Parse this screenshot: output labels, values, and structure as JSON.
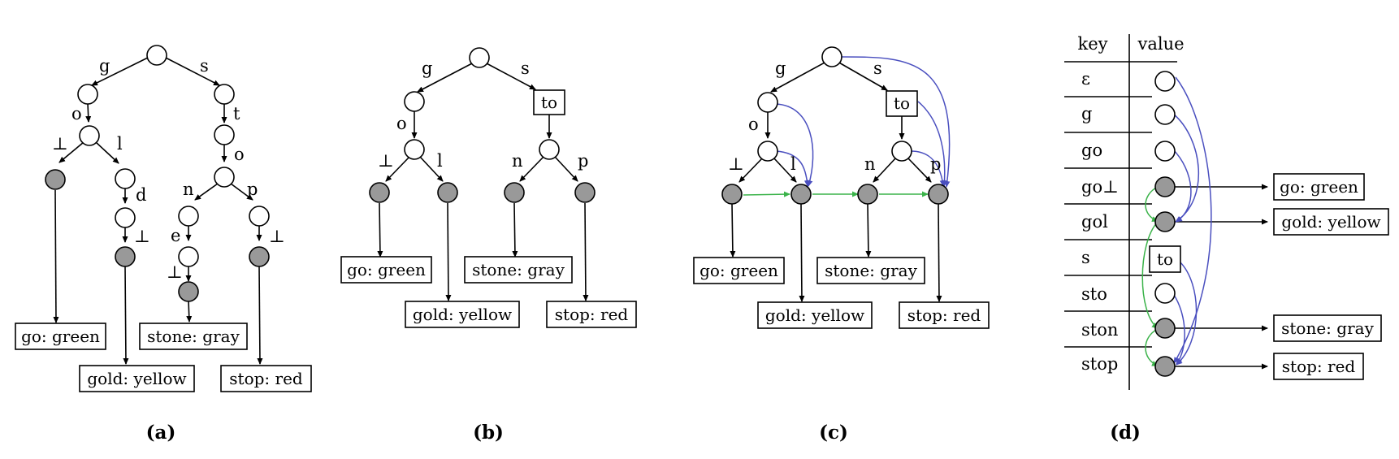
{
  "edge_labels": {
    "g": "g",
    "s": "s",
    "o": "o",
    "t": "t",
    "l": "l",
    "d": "d",
    "n": "n",
    "p": "p",
    "e": "e",
    "bot": "⊥"
  },
  "leaf_boxes": {
    "go": "go: green",
    "gold": "gold: yellow",
    "stone": "stone: gray",
    "stop": "stop: red"
  },
  "compressed_label": "to",
  "captions": {
    "a": "(a)",
    "b": "(b)",
    "c": "(c)",
    "d": "(d)"
  },
  "table": {
    "key_header": "key",
    "value_header": "value",
    "keys": [
      "ε",
      "g",
      "go",
      "go⊥",
      "gol",
      "s",
      "sto",
      "ston",
      "stop"
    ]
  },
  "colors": {
    "blue_pointer": "#4a4fbf",
    "green_pointer": "#3bb34a",
    "leaf_fill": "#999999"
  }
}
